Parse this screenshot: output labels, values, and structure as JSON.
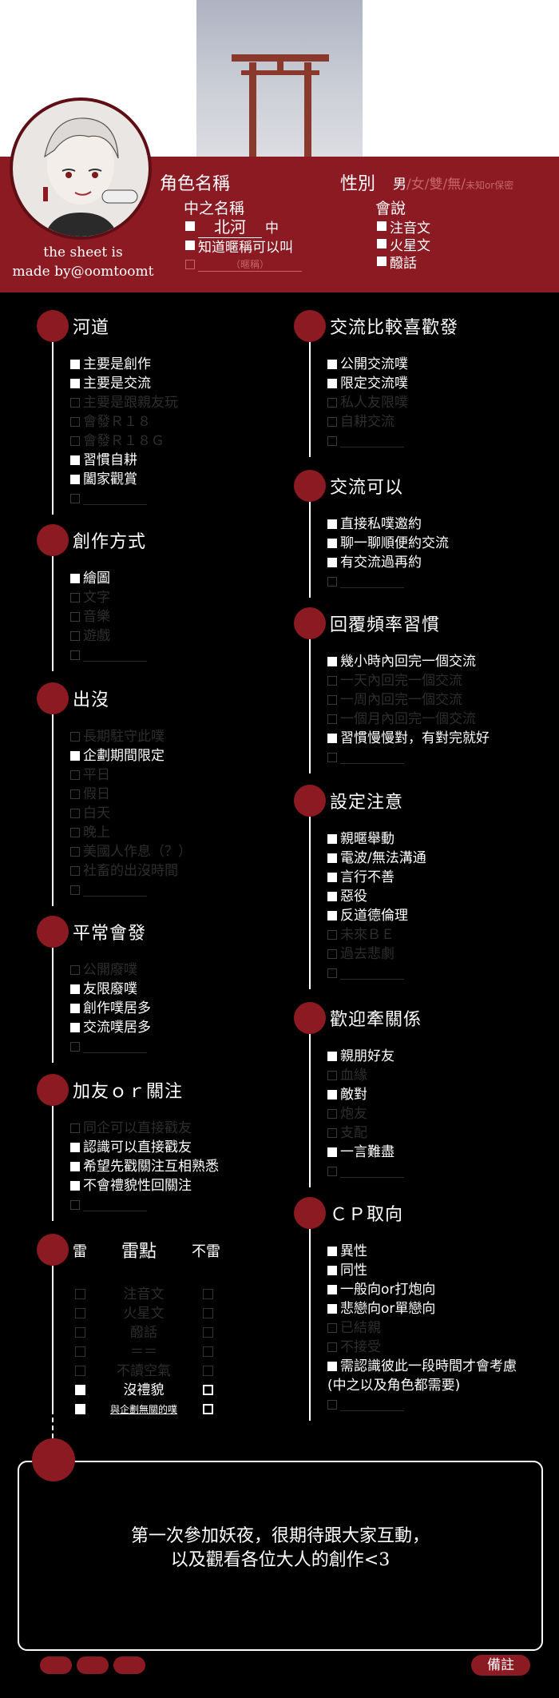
{
  "header": {
    "credit_line1": "the sheet is",
    "credit_line2": "made by@oomtoomt",
    "role_name_label": "角色名稱",
    "gender_label": "性別",
    "gender_options": [
      {
        "text": "男",
        "on": true
      },
      {
        "text": "/",
        "on": false
      },
      {
        "text": "女",
        "on": false
      },
      {
        "text": "/",
        "on": false
      },
      {
        "text": "雙",
        "on": false
      },
      {
        "text": "/",
        "on": false
      },
      {
        "text": "無",
        "on": false
      },
      {
        "text": "/",
        "on": false
      },
      {
        "text": "未知or保密",
        "on": false
      }
    ],
    "inner_name_label": "中之名稱",
    "inner_name_value": "北河",
    "inner_name_suffix": "中",
    "inner_name_nick": "知道暱稱可以叫",
    "inner_name_placeholder": "（暱稱）",
    "language_label": "會說",
    "languages": [
      {
        "label": "注音文",
        "checked": true
      },
      {
        "label": "火星文",
        "checked": true
      },
      {
        "label": "醱話",
        "checked": true
      }
    ]
  },
  "left_sections": [
    {
      "title": "河道",
      "items": [
        {
          "label": "主要是創作",
          "checked": true
        },
        {
          "label": "主要是交流",
          "checked": true
        },
        {
          "label": "主要是跟親友玩",
          "checked": false
        },
        {
          "label": "會發Ｒ１８",
          "checked": false
        },
        {
          "label": "會發Ｒ１８Ｇ",
          "checked": false
        },
        {
          "label": "習慣自耕",
          "checked": true
        },
        {
          "label": "闔家觀賞",
          "checked": true
        },
        {
          "label": "",
          "checked": false,
          "blank": true
        }
      ]
    },
    {
      "title": "創作方式",
      "items": [
        {
          "label": "繪圖",
          "checked": true
        },
        {
          "label": "文字",
          "checked": false
        },
        {
          "label": "音樂",
          "checked": false
        },
        {
          "label": "遊戲",
          "checked": false
        },
        {
          "label": "",
          "checked": false,
          "blank": true
        }
      ]
    },
    {
      "title": "出沒",
      "items": [
        {
          "label": "長期駐守此噗",
          "checked": false
        },
        {
          "label": "企劃期間限定",
          "checked": true
        },
        {
          "label": "平日",
          "checked": false
        },
        {
          "label": "假日",
          "checked": false
        },
        {
          "label": "白天",
          "checked": false
        },
        {
          "label": "晚上",
          "checked": false
        },
        {
          "label": "美國人作息（？）",
          "checked": false
        },
        {
          "label": "社畜的出沒時間",
          "checked": false
        },
        {
          "label": "",
          "checked": false,
          "blank": true
        }
      ]
    },
    {
      "title": "平常會發",
      "items": [
        {
          "label": "公開廢噗",
          "checked": false
        },
        {
          "label": "友限廢噗",
          "checked": true
        },
        {
          "label": "創作噗居多",
          "checked": true
        },
        {
          "label": "交流噗居多",
          "checked": true
        },
        {
          "label": "",
          "checked": false,
          "blank": true
        }
      ]
    },
    {
      "title": "加友ｏｒ關注",
      "items": [
        {
          "label": "同企可以直接戳友",
          "checked": false
        },
        {
          "label": "認識可以直接戳友",
          "checked": true
        },
        {
          "label": "希望先戳關注互相熟悉",
          "checked": true
        },
        {
          "label": "不會禮貌性回關注",
          "checked": true
        },
        {
          "label": "",
          "checked": false,
          "blank": true
        }
      ]
    }
  ],
  "right_sections": [
    {
      "title": "交流比較喜歡發",
      "items": [
        {
          "label": "公開交流噗",
          "checked": true
        },
        {
          "label": "限定交流噗",
          "checked": true
        },
        {
          "label": "私人友限噗",
          "checked": false
        },
        {
          "label": "自耕交流",
          "checked": false
        },
        {
          "label": "",
          "checked": false,
          "blank": true
        }
      ]
    },
    {
      "title": "交流可以",
      "items": [
        {
          "label": "直接私噗邀約",
          "checked": true
        },
        {
          "label": "聊一聊順便約交流",
          "checked": true
        },
        {
          "label": "有交流過再約",
          "checked": true
        },
        {
          "label": "",
          "checked": false,
          "blank": true
        }
      ]
    },
    {
      "title": "回覆頻率習慣",
      "items": [
        {
          "label": "幾小時內回完一個交流",
          "checked": true
        },
        {
          "label": "一天內回完一個交流",
          "checked": false
        },
        {
          "label": "一周內回完一個交流",
          "checked": false
        },
        {
          "label": "一個月內回完一個交流",
          "checked": false
        },
        {
          "label": "習慣慢慢對，有對完就好",
          "checked": true
        },
        {
          "label": "",
          "checked": false,
          "blank": true
        }
      ]
    },
    {
      "title": "設定注意",
      "items": [
        {
          "label": "親暱舉動",
          "checked": true
        },
        {
          "label": "電波/無法溝通",
          "checked": true
        },
        {
          "label": "言行不善",
          "checked": true
        },
        {
          "label": "惡役",
          "checked": true
        },
        {
          "label": "反道德倫理",
          "checked": true
        },
        {
          "label": "未來ＢＥ",
          "checked": false
        },
        {
          "label": "過去悲劇",
          "checked": false
        },
        {
          "label": "",
          "checked": false,
          "blank": true
        }
      ]
    },
    {
      "title": "歡迎牽關係",
      "items": [
        {
          "label": "親朋好友",
          "checked": true
        },
        {
          "label": "血緣",
          "checked": false
        },
        {
          "label": "敵對",
          "checked": true
        },
        {
          "label": "炮友",
          "checked": false
        },
        {
          "label": "支配",
          "checked": false
        },
        {
          "label": "一言難盡",
          "checked": true
        },
        {
          "label": "",
          "checked": false,
          "blank": true
        }
      ]
    },
    {
      "title": "ＣＰ取向",
      "items": [
        {
          "label": "異性",
          "checked": true
        },
        {
          "label": "同性",
          "checked": true
        },
        {
          "label": "一般向or打炮向",
          "checked": true
        },
        {
          "label": "悲戀向or單戀向",
          "checked": true
        },
        {
          "label": "已結親",
          "checked": false
        },
        {
          "label": "不接受",
          "checked": false
        },
        {
          "label": "需認識彼此一段時間才會考慮",
          "checked": true
        },
        {
          "label": "(中之以及角色都需要)",
          "checked": true,
          "nobox": true
        },
        {
          "label": "",
          "checked": false,
          "blank": true
        }
      ]
    }
  ],
  "taboo": {
    "col_left": "雷",
    "col_mid": "雷點",
    "col_right": "不雷",
    "rows": [
      {
        "label": "注音文",
        "left": "dim",
        "right": "dim",
        "lit": false
      },
      {
        "label": "火星文",
        "left": "dim",
        "right": "dim",
        "lit": false
      },
      {
        "label": "醱話",
        "left": "dim",
        "right": "dim",
        "lit": false
      },
      {
        "label": "＝＝",
        "left": "dim",
        "right": "dim",
        "lit": false
      },
      {
        "label": "不讀空氣",
        "left": "dim",
        "right": "dim",
        "lit": false
      },
      {
        "label": "沒禮貌",
        "left": "fill",
        "right": "hol",
        "lit": true
      },
      {
        "label": "與企劃無關的噗",
        "left": "fill",
        "right": "hol",
        "lit": true,
        "small": true
      }
    ]
  },
  "comment": {
    "line1": "第一次參加妖夜，很期待跟大家互動，",
    "line2": "以及觀看各位大人的創作<3",
    "note_button": "備註"
  }
}
